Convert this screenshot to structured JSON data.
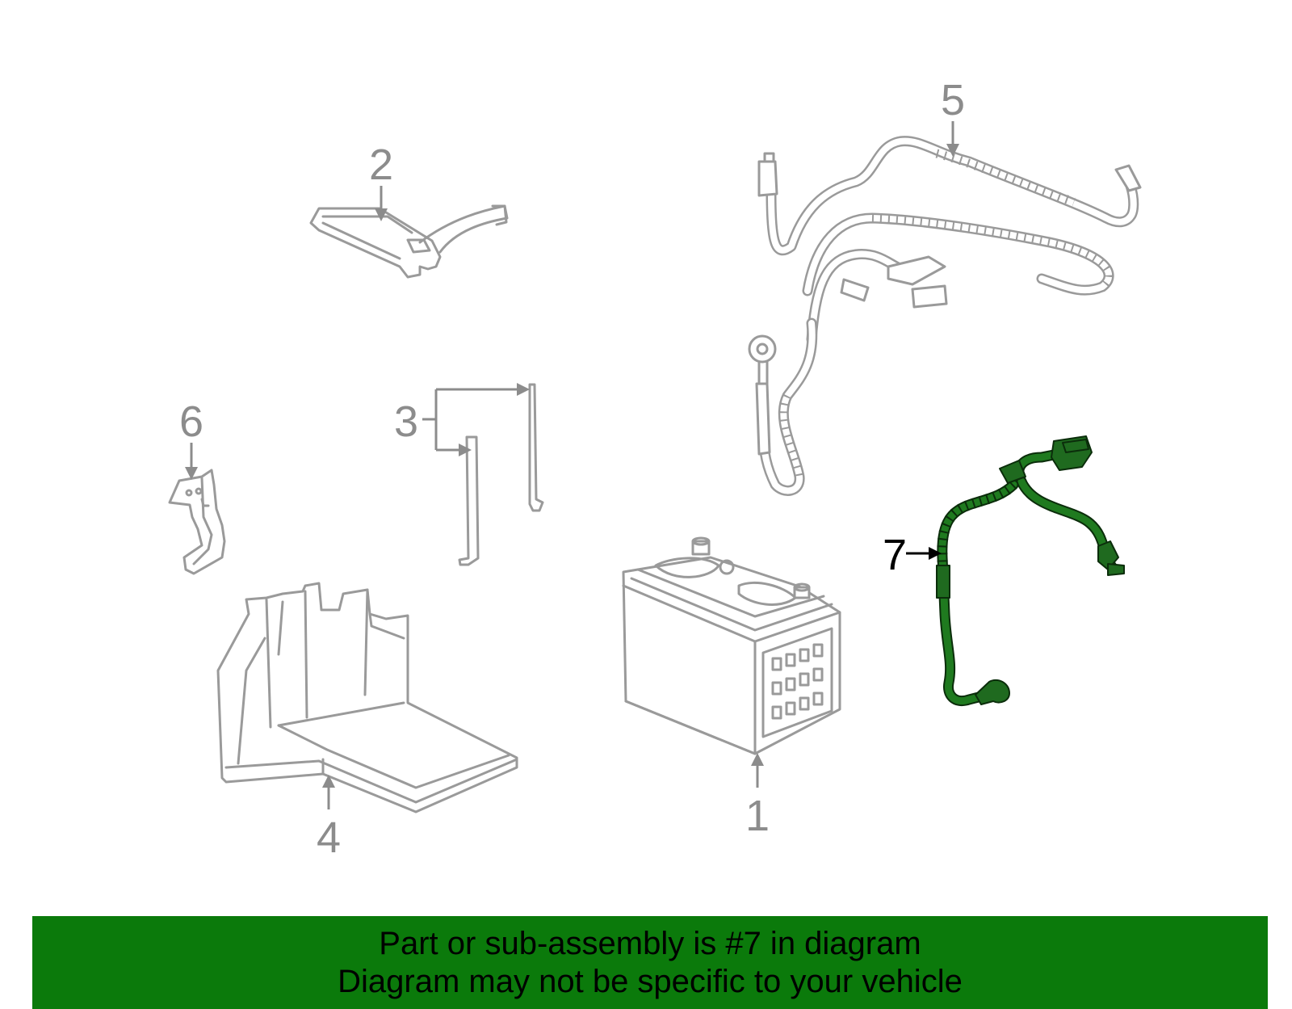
{
  "callouts": [
    {
      "part_number": "1"
    },
    {
      "part_number": "2"
    },
    {
      "part_number": "3"
    },
    {
      "part_number": "4"
    },
    {
      "part_number": "5"
    },
    {
      "part_number": "6"
    },
    {
      "part_number": "7",
      "highlighted": true
    }
  ],
  "banner": {
    "line1": "Part or sub-assembly is #7 in diagram",
    "line2": "Diagram may not be specific to your vehicle"
  },
  "colors": {
    "banner_background": "#0b7a0b",
    "highlight_part": "#1f7a1f",
    "part_outline": "#9a9a9a",
    "label_gray": "#8c8c8c"
  }
}
